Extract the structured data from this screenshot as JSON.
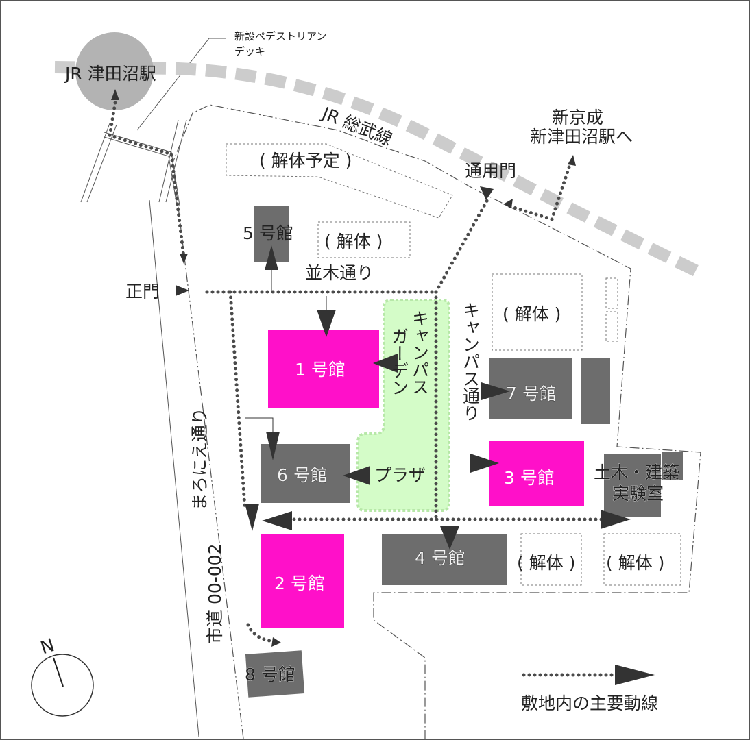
{
  "colors": {
    "building": "#6d6d6d",
    "highlight_building": "#ff10c9",
    "garden": "#d4fcc8",
    "rail": "#cccccc",
    "route": "#4a4a4a",
    "station": "#b3b3b3"
  },
  "station": {
    "label": "JR 津田沼駅"
  },
  "deck_note": {
    "line1": "新設ペデストリアン",
    "line2": "デッキ"
  },
  "rail": {
    "label": "JR 総武線"
  },
  "shinkeisei": {
    "line1": "新京成",
    "line2": "新津田沼駅へ"
  },
  "gates": {
    "service_gate": "通用門",
    "main_gate": "正門"
  },
  "streets": {
    "namiki": "並木通り",
    "campus_street": "キャンパス通り",
    "city_road": "市道 00-002",
    "city_road_name": "まろにえ通り"
  },
  "garden": {
    "line1": "キャンパス",
    "line2": "ガーデン",
    "plaza": "プラザ"
  },
  "buildings": {
    "b1": "1 号館",
    "b2": "2 号館",
    "b3": "3 号館",
    "b4": "4 号館",
    "b5": "5 号館",
    "b6": "6 号館",
    "b7": "7 号館",
    "b8": "8 号館",
    "lab_line1": "土木・建築",
    "lab_line2": "実験室"
  },
  "demolition": {
    "planned": "( 解体予定 )",
    "done": "( 解体 )"
  },
  "compass": {
    "label": "N"
  },
  "legend": {
    "route_label": "敷地内の主要動線"
  }
}
